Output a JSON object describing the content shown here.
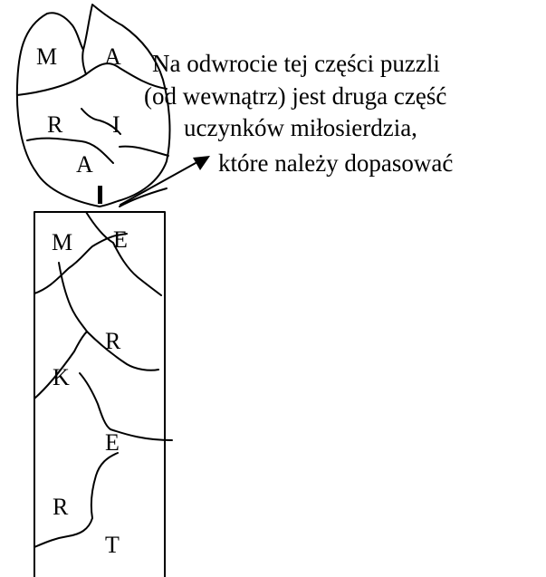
{
  "heart_letters": [
    "M",
    "A",
    "R",
    "I",
    "A"
  ],
  "strip_letters": [
    "M",
    "E",
    "R",
    "K",
    "E",
    "R",
    "T"
  ],
  "note": {
    "lines": [
      "Na odwrocie tej części puzzli",
      "(od wewnątrz) jest druga część",
      "uczynków miłosierdzia,",
      "które należy dopasować"
    ]
  },
  "colors": {
    "ink": "#000000",
    "background": "#ffffff"
  }
}
